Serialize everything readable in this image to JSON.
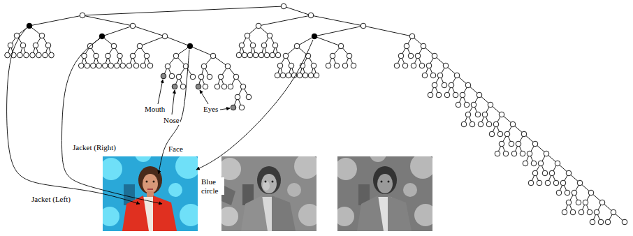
{
  "diagram": {
    "labels": [
      "Mouth",
      "Nose",
      "Eyes",
      "Jacket (Right)",
      "Face",
      "Jacket (Left)",
      "Blue circle"
    ]
  }
}
